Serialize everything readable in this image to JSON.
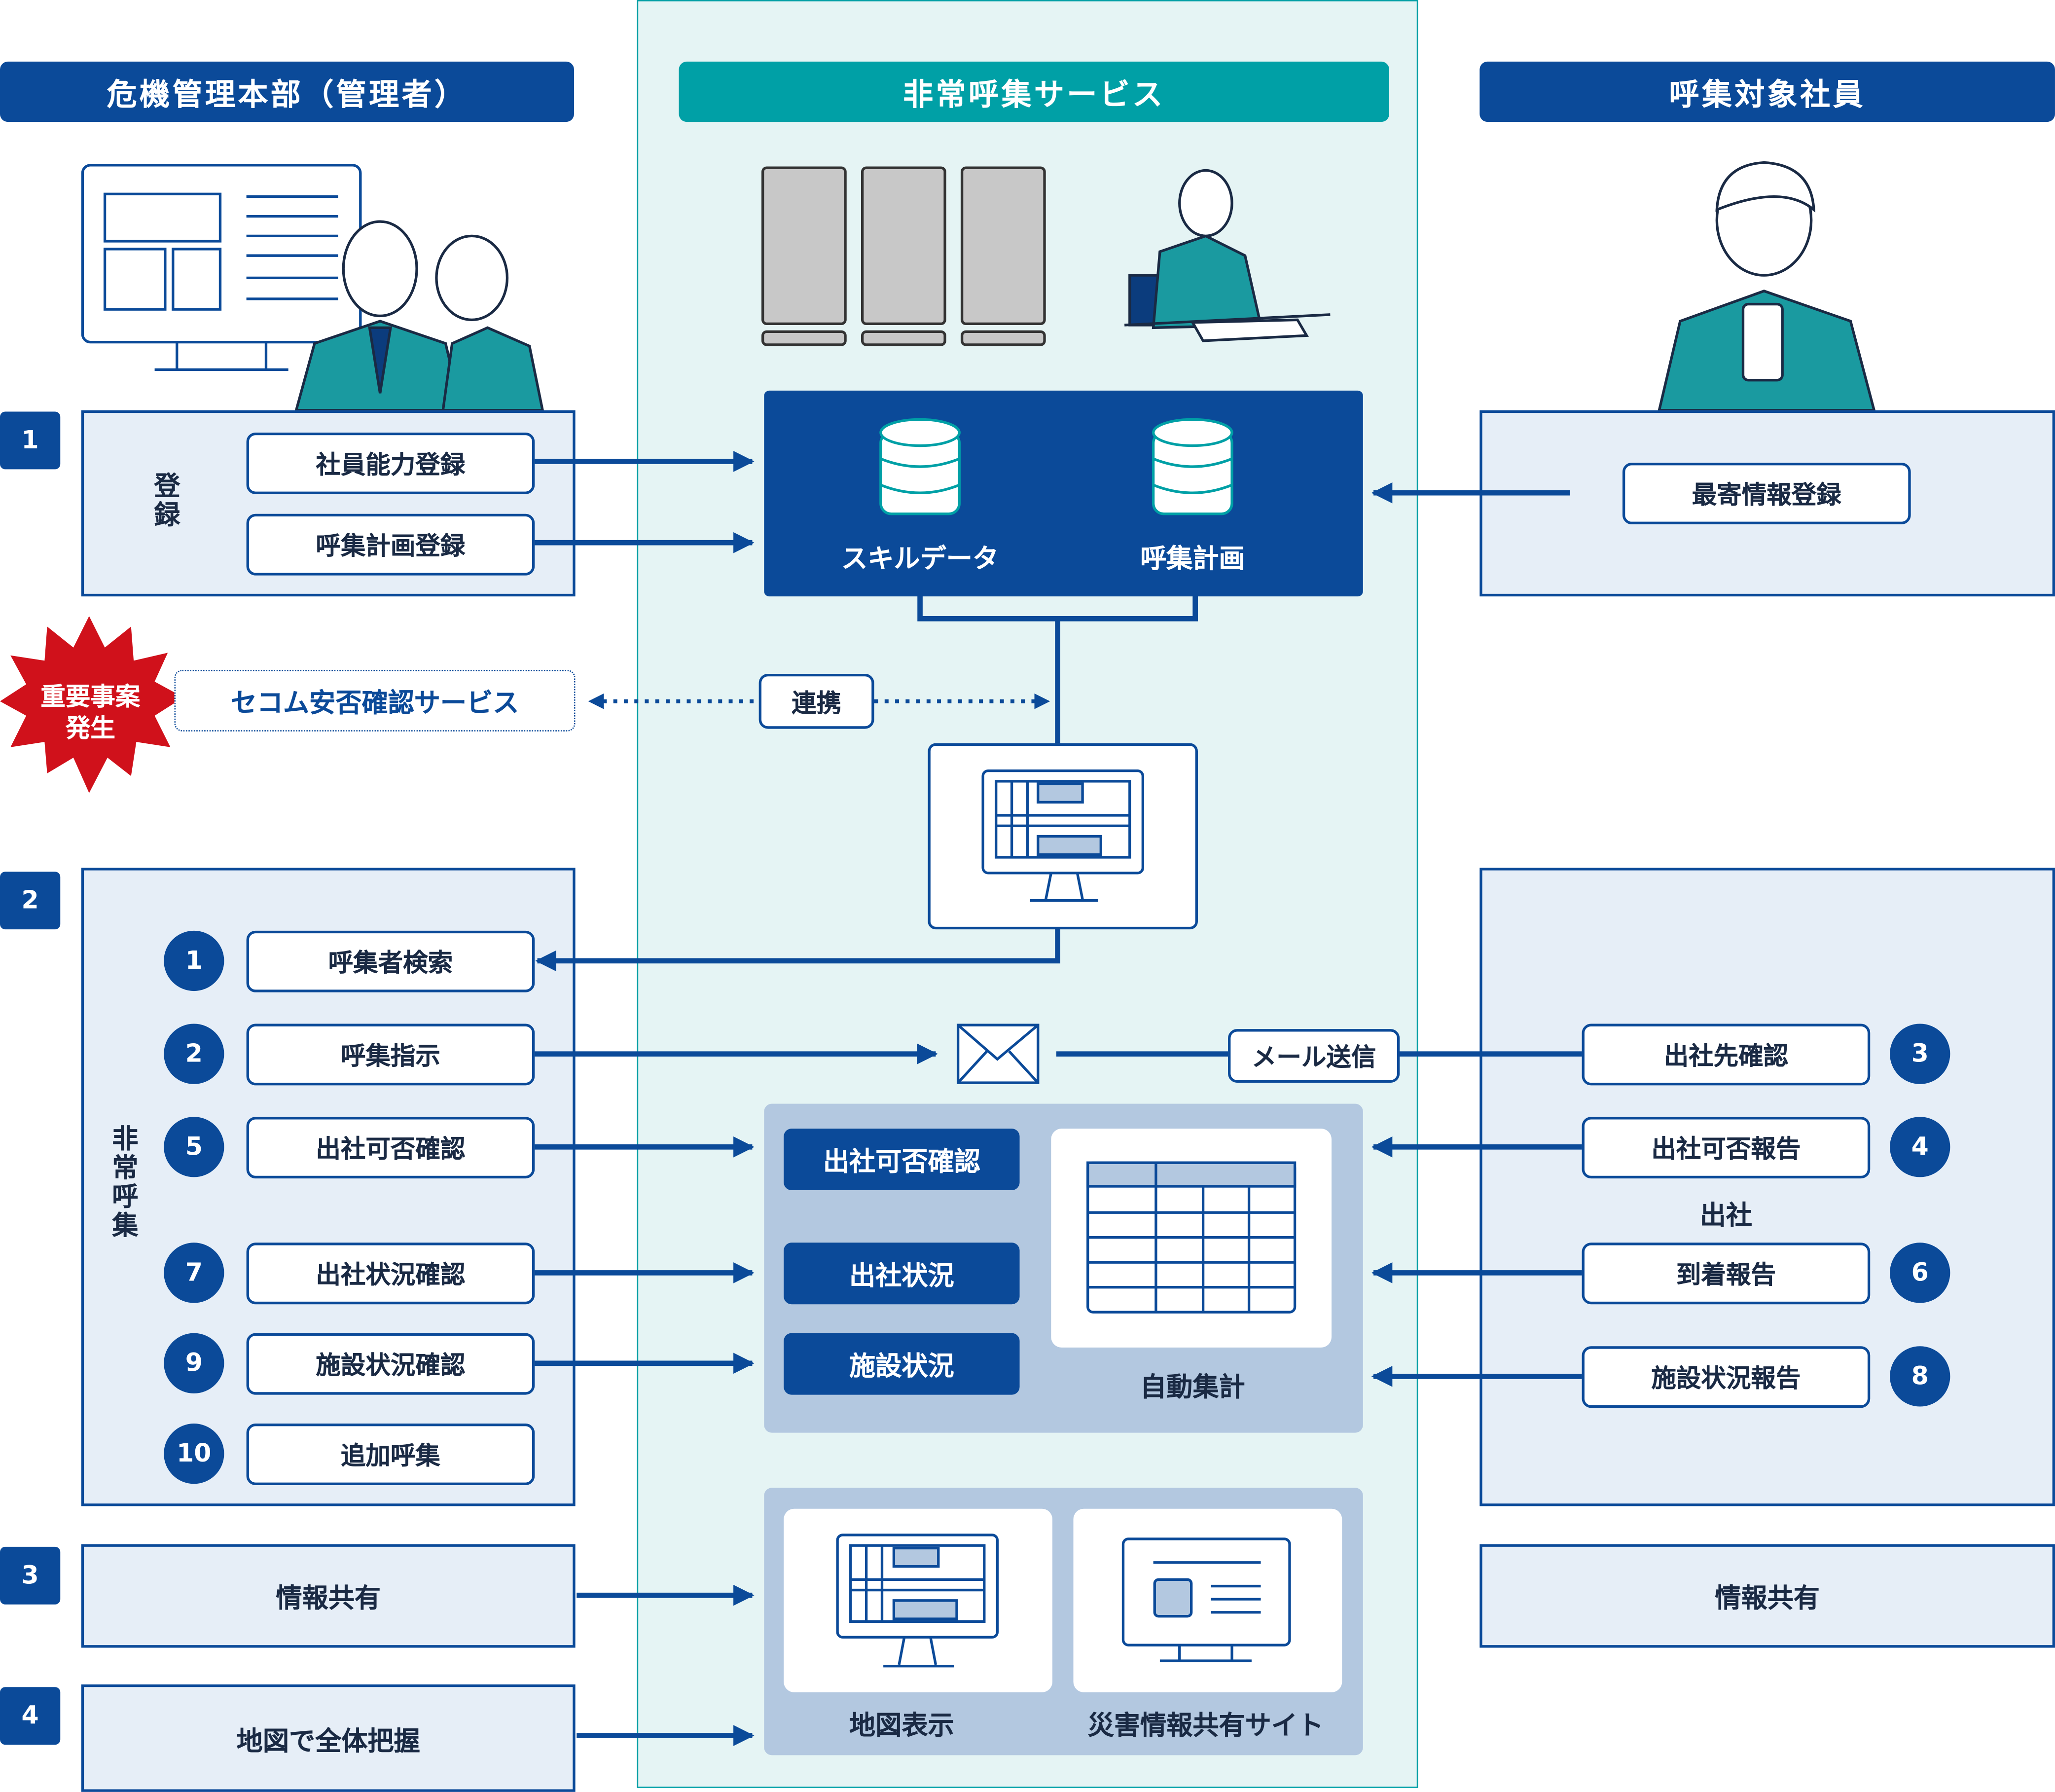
{
  "headers": {
    "admin": "危機管理本部（管理者）",
    "service": "非常呼集サービス",
    "employee": "呼集対象社員"
  },
  "colors": {
    "navy": "#0b4a99",
    "teal": "#00a0a6",
    "panel": "#e6eef7",
    "center_bg": "#e5f4f4",
    "aggregate_bg": "#b3c8e0",
    "alert_red": "#d0111b"
  },
  "sections": [
    {
      "number": "1",
      "label": "登録",
      "buttons": [
        "社員能力登録",
        "呼集計画登録"
      ]
    },
    {
      "number": "2",
      "label": "非常呼集",
      "items": [
        {
          "num": "1",
          "label": "呼集者検索"
        },
        {
          "num": "2",
          "label": "呼集指示"
        },
        {
          "num": "5",
          "label": "出社可否確認"
        },
        {
          "num": "7",
          "label": "出社状況確認"
        },
        {
          "num": "9",
          "label": "施設状況確認"
        },
        {
          "num": "10",
          "label": "追加呼集"
        }
      ]
    },
    {
      "number": "3",
      "label": "情報共有"
    },
    {
      "number": "4",
      "label": "地図で全体把握"
    }
  ],
  "database": {
    "skill": "スキルデータ",
    "plan": "呼集計画"
  },
  "alert": {
    "line1": "重要事案",
    "line2": "発生"
  },
  "secom": "セコム安否確認サービス",
  "link": "連携",
  "mail": "メール送信",
  "aggregate": {
    "items": [
      "出社可否確認",
      "出社状況",
      "施設状況"
    ],
    "label": "自動集計"
  },
  "outputs": {
    "map": "地図表示",
    "site": "災害情報共有サイト"
  },
  "employee": {
    "register": "最寄情報登録",
    "items": [
      {
        "num": "3",
        "label": "出社先確認"
      },
      {
        "num": "4",
        "label": "出社可否報告"
      },
      {
        "num": "6",
        "label": "到着報告"
      },
      {
        "num": "8",
        "label": "施設状況報告"
      }
    ],
    "attend_label": "出社",
    "share": "情報共有"
  }
}
